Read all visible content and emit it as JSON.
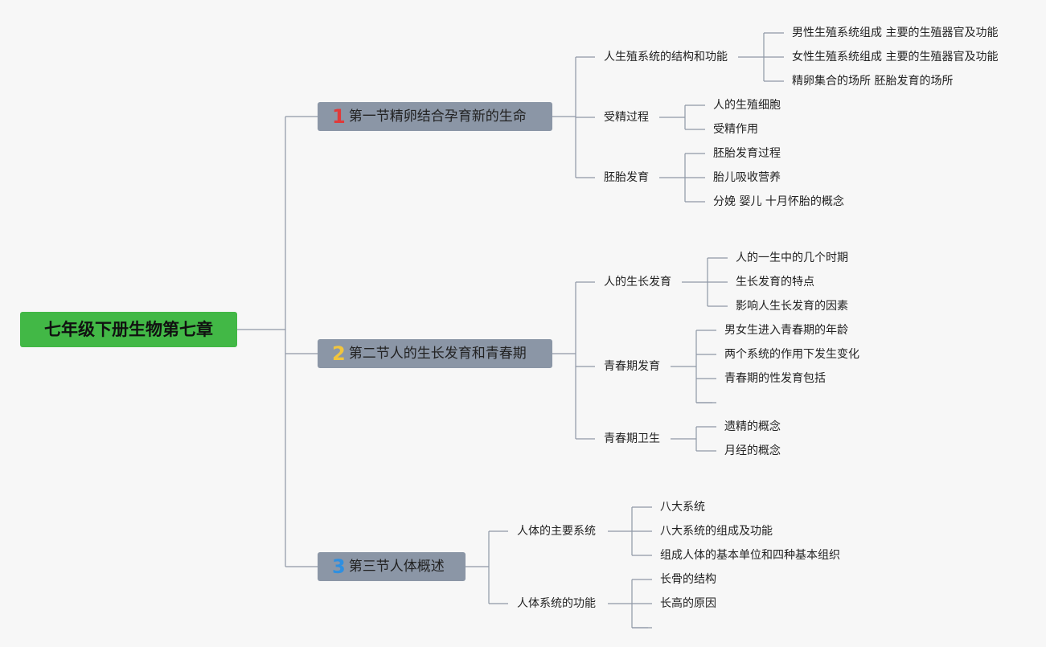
{
  "root": {
    "label": "七年级下册生物第七章"
  },
  "sections": [
    {
      "number": "1",
      "number_color": "#e03a3a",
      "label": "第一节精卵结合孕育新的生命",
      "topics": [
        {
          "label": "人生殖系统的结构和功能",
          "items": [
            "男性生殖系统组成 主要的生殖器官及功能",
            "女性生殖系统组成 主要的生殖器官及功能",
            "精卵集合的场所 胚胎发育的场所"
          ]
        },
        {
          "label": "受精过程",
          "items": [
            "人的生殖细胞",
            "受精作用"
          ]
        },
        {
          "label": "胚胎发育",
          "items": [
            "胚胎发育过程",
            "胎儿吸收营养",
            "分娩 婴儿 十月怀胎的概念"
          ]
        }
      ]
    },
    {
      "number": "2",
      "number_color": "#f2c53d",
      "label": "第二节人的生长发育和青春期",
      "topics": [
        {
          "label": "人的生长发育",
          "items": [
            "人的一生中的几个时期",
            "生长发育的特点",
            "影响人生长发育的因素"
          ]
        },
        {
          "label": "青春期发育",
          "items": [
            "男女生进入青春期的年龄",
            "两个系统的作用下发生变化",
            "青春期的性发育包括",
            ""
          ]
        },
        {
          "label": "青春期卫生",
          "items": [
            "遗精的概念",
            "月经的概念"
          ]
        }
      ]
    },
    {
      "number": "3",
      "number_color": "#2f8fe0",
      "label": "第三节人体概述",
      "topics": [
        {
          "label": "人体的主要系统",
          "items": [
            "八大系统",
            "八大系统的组成及功能",
            "组成人体的基本单位和四种基本组织"
          ]
        },
        {
          "label": "人体系统的功能",
          "items": [
            "长骨的结构",
            "长高的原因",
            ""
          ]
        }
      ]
    }
  ]
}
